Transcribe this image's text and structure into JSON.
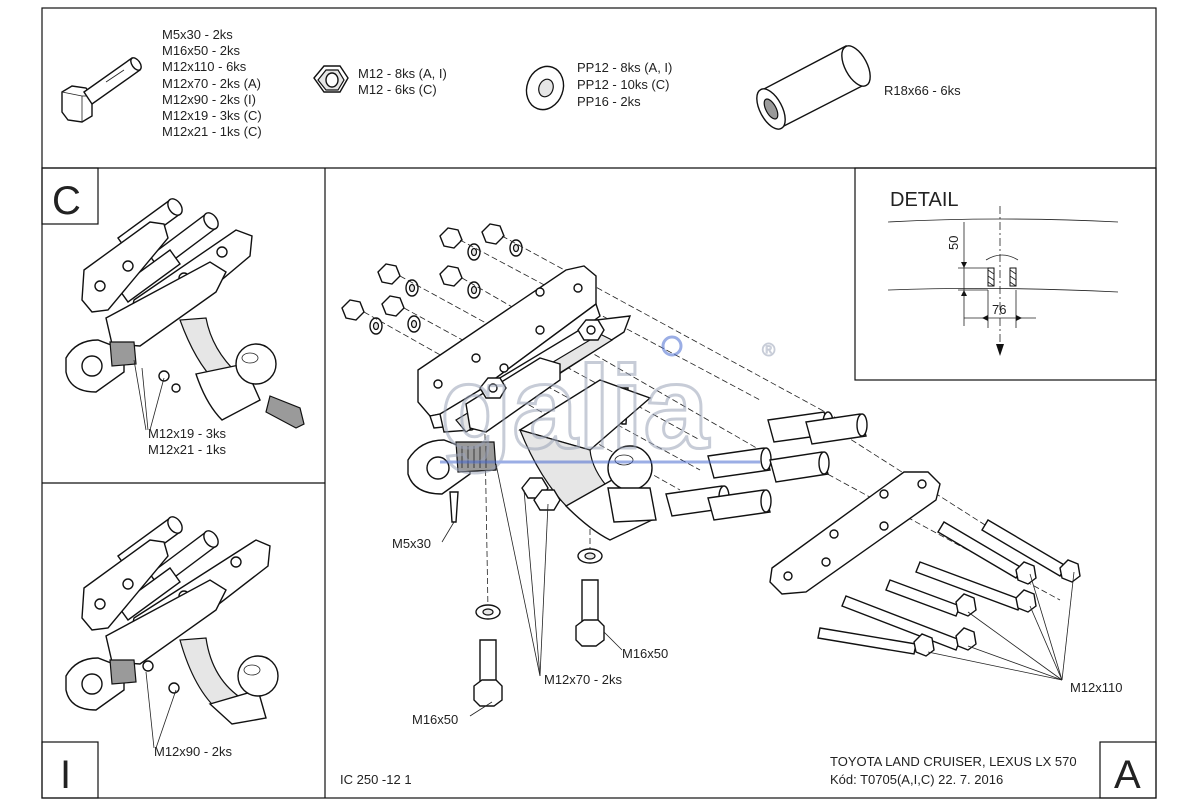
{
  "parts_list": {
    "bolts": [
      "M5x30 - 2ks",
      "M16x50 - 2ks",
      "M12x110 - 6ks",
      "M12x70 - 2ks (A)",
      "M12x90 - 2ks (I)",
      "M12x19 - 3ks (C)",
      "M12x21 - 1ks (C)"
    ],
    "nuts": [
      "M12 - 8ks (A, I)",
      "M12 - 6ks (C)"
    ],
    "washers": [
      "PP12 - 8ks (A, I)",
      "PP12 - 10ks (C)",
      "PP16 - 2ks"
    ],
    "spacer": [
      "R18x66 - 6ks"
    ]
  },
  "panel_c": {
    "letter": "C",
    "callouts": [
      "M12x19 - 3ks",
      "M12x21 - 1ks"
    ]
  },
  "panel_i": {
    "letter": "I",
    "callouts": [
      "M12x90 - 2ks"
    ]
  },
  "main": {
    "letter": "A",
    "callouts": {
      "m5x30": "M5x30",
      "m16x50_left": "M16x50",
      "m16x50_right": "M16x50",
      "m12x70": "M12x70 - 2ks",
      "m12x110": "M12x110"
    },
    "logo_text": "galia",
    "registered_mark": "®",
    "vehicle": "TOYOTA LAND CRUISER, LEXUS LX 570",
    "code": "Kód: T0705(A,I,C)  22. 7. 2016",
    "drawing_number": "IC 250 -12 1"
  },
  "detail": {
    "title": "DETAIL",
    "dim_vertical": "50",
    "dim_horizontal": "76"
  }
}
